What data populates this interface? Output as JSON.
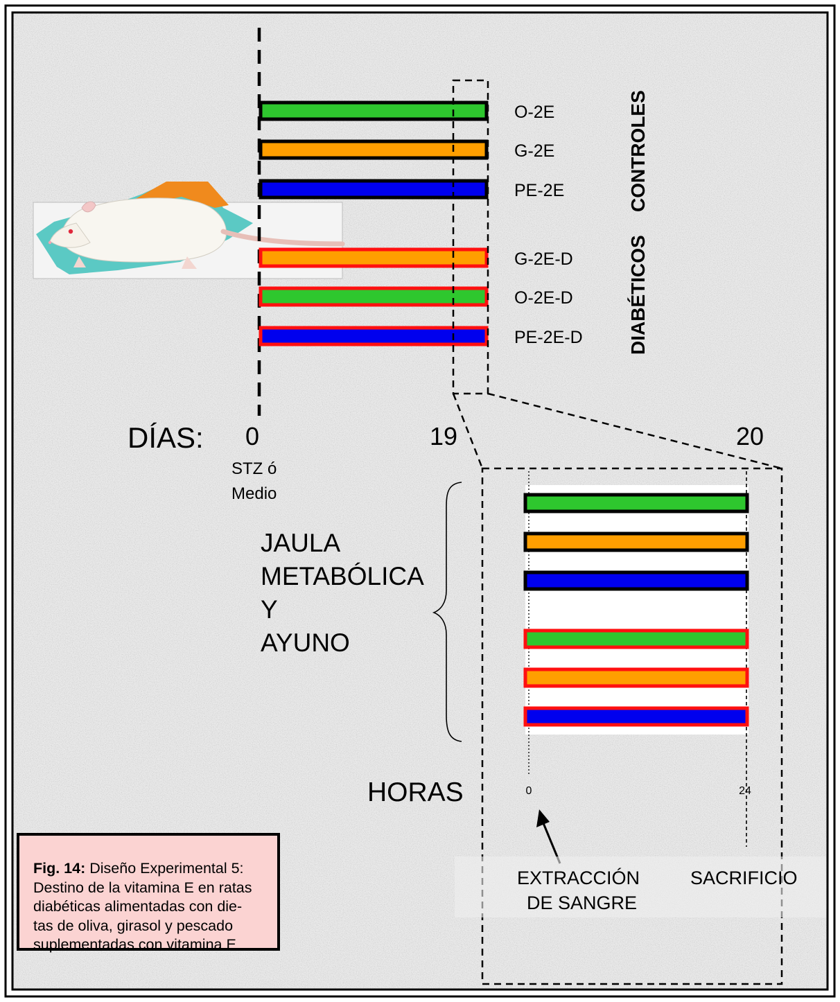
{
  "groups": {
    "controles": "CONTROLES",
    "diabeticos": "DIABÉTICOS"
  },
  "bars": [
    {
      "label": "O-2E",
      "fill": "#2ec72e",
      "border": "#000000"
    },
    {
      "label": "G-2E",
      "fill": "#ff9f00",
      "border": "#000000"
    },
    {
      "label": "PE-2E",
      "fill": "#0000ee",
      "border": "#000000"
    },
    {
      "label": "G-2E-D",
      "fill": "#ff9f00",
      "border": "#ff1010"
    },
    {
      "label": "O-2E-D",
      "fill": "#2ec72e",
      "border": "#ff1010"
    },
    {
      "label": "PE-2E-D",
      "fill": "#0000ee",
      "border": "#ff1010"
    }
  ],
  "zoom_bars": [
    {
      "fill": "#2ec72e",
      "border": "#000000"
    },
    {
      "fill": "#ff9f00",
      "border": "#000000"
    },
    {
      "fill": "#0000ee",
      "border": "#000000"
    },
    {
      "fill": "#2ec72e",
      "border": "#ff1010"
    },
    {
      "fill": "#ff9f00",
      "border": "#ff1010"
    },
    {
      "fill": "#0000ee",
      "border": "#ff1010"
    }
  ],
  "days_axis": {
    "label": "DÍAS:",
    "ticks": [
      "0",
      "19",
      "20"
    ],
    "start_note": [
      "STZ ó",
      "Medio"
    ]
  },
  "cage_note": [
    "JAULA",
    "METABÓLICA",
    "Y",
    "AYUNO"
  ],
  "hours_axis": {
    "label": "HORAS",
    "ticks": [
      "0",
      "24"
    ]
  },
  "events": {
    "blood": [
      "EXTRACCIÓN",
      "DE SANGRE"
    ],
    "sacrifice": "SACRIFICIO"
  },
  "caption": {
    "fig_label": "Fig. 14:",
    "lines": [
      " Diseño Experimental 5:",
      "Destino de la vitamina E en ratas",
      "diabéticas alimentadas con die-",
      "tas de oliva, girasol y pescado",
      "suplementadas con vitamina E"
    ]
  },
  "colors": {
    "green": "#2ec72e",
    "orange": "#ff9f00",
    "blue": "#0000ee",
    "red": "#ff1010",
    "caption_bg": "#fbd3d2"
  }
}
